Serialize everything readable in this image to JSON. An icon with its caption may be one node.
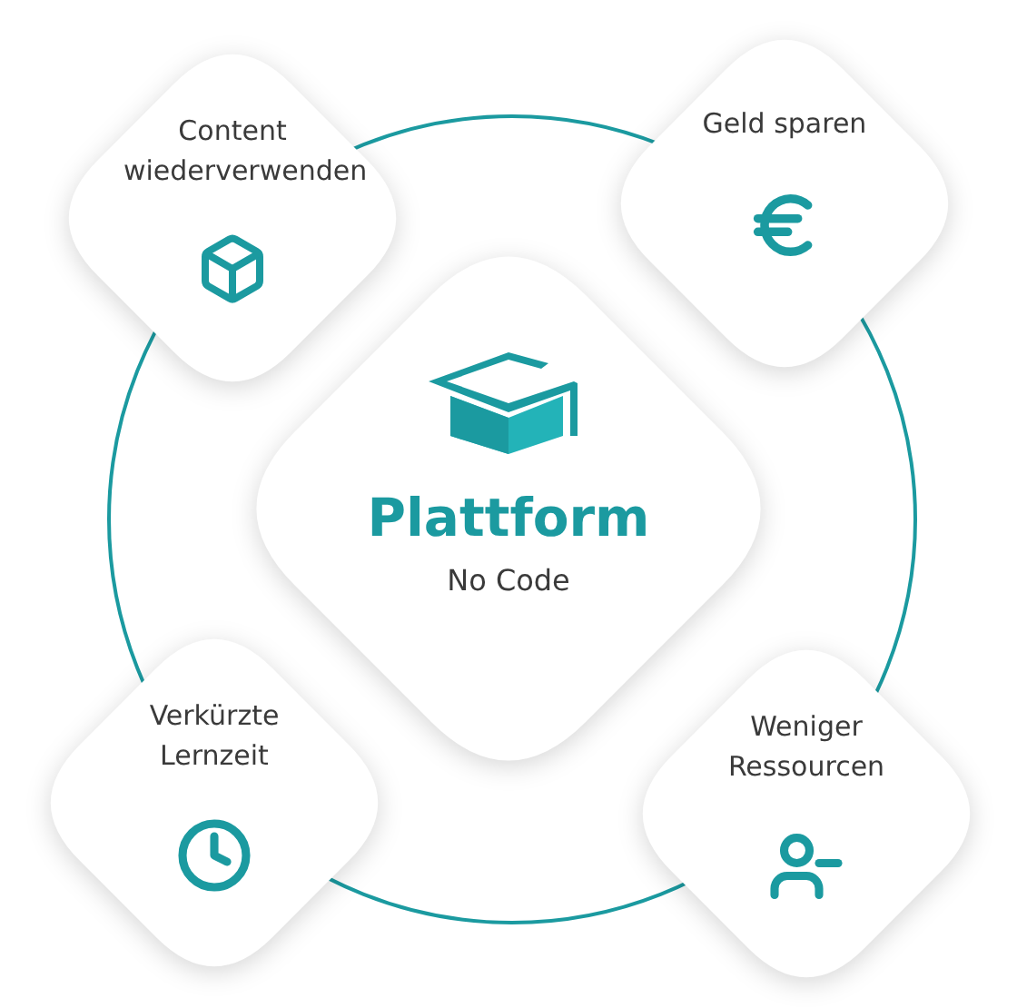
{
  "diagram": {
    "nodes": [
      {
        "text": [
          "Plattform",
          "No Code"
        ]
      },
      {
        "text": [
          "Content wiederverwenden"
        ]
      },
      {
        "text": [
          "Geld sparen"
        ]
      },
      {
        "text": [
          "Verkürzte Lernzeit"
        ]
      },
      {
        "text": [
          "Weniger Ressourcen"
        ]
      }
    ]
  }
}
